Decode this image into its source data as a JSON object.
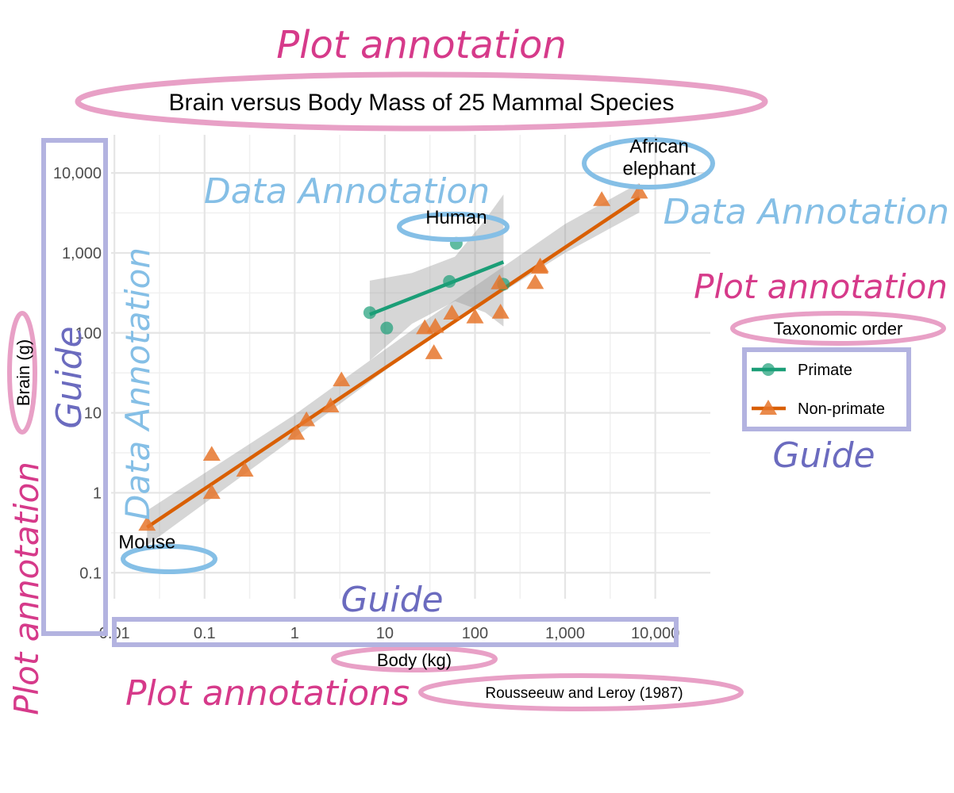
{
  "colors": {
    "primate": "#1b9e77",
    "non_primate": "#d95f02",
    "annotation_pink": "#d63a8a",
    "ellipse_pink": "#e8a0c6",
    "annotation_blue": "#85bfe6",
    "guide": "#6b6bbf",
    "guide_box": "#b3b3e0"
  },
  "chart_data": {
    "type": "scatter",
    "title": "Brain versus Body Mass of 25 Mammal Species",
    "xlabel": "Body (kg)",
    "ylabel": "Brain (g)",
    "x_scale": "log10",
    "y_scale": "log10",
    "xlim": [
      0.005,
      50000
    ],
    "ylim": [
      0.03,
      30000
    ],
    "x_ticks": [
      0.01,
      0.1,
      1,
      10,
      100,
      1000,
      10000
    ],
    "x_tick_labels": [
      "0.01",
      "0.1",
      "1",
      "10",
      "100",
      "1,000",
      "10,000"
    ],
    "y_ticks": [
      0.1,
      1,
      10,
      100,
      1000,
      10000
    ],
    "y_tick_labels": [
      "0.1",
      "1",
      "10",
      "100",
      "1,000",
      "10,000"
    ],
    "grid": true,
    "caption": "Rousseeuw and Leroy (1987)",
    "legend_title": "Taxonomic order",
    "legend_position": "right",
    "series": [
      {
        "name": "Primate",
        "marker": "circle",
        "points": [
          {
            "x": 6.8,
            "y": 179
          },
          {
            "x": 10.5,
            "y": 115
          },
          {
            "x": 52,
            "y": 440
          },
          {
            "x": 62,
            "y": 1320
          },
          {
            "x": 207,
            "y": 406
          }
        ],
        "fit": {
          "x0": 6.8,
          "x1": 207,
          "y0": 170,
          "y1": 770
        },
        "band": [
          {
            "x": 6.8,
            "lo": 45,
            "hi": 450
          },
          {
            "x": 20,
            "lo": 130,
            "hi": 560
          },
          {
            "x": 60,
            "lo": 250,
            "hi": 900
          },
          {
            "x": 130,
            "lo": 180,
            "hi": 2600
          },
          {
            "x": 207,
            "lo": 120,
            "hi": 5400
          }
        ]
      },
      {
        "name": "Non-primate",
        "marker": "triangle",
        "points": [
          {
            "x": 0.023,
            "y": 0.4
          },
          {
            "x": 0.12,
            "y": 1
          },
          {
            "x": 0.12,
            "y": 3
          },
          {
            "x": 0.28,
            "y": 1.9
          },
          {
            "x": 1.04,
            "y": 5.5
          },
          {
            "x": 1.35,
            "y": 8.1
          },
          {
            "x": 2.5,
            "y": 12.1
          },
          {
            "x": 3.3,
            "y": 25.6
          },
          {
            "x": 27.7,
            "y": 115
          },
          {
            "x": 35,
            "y": 56
          },
          {
            "x": 36.3,
            "y": 119.5
          },
          {
            "x": 55.5,
            "y": 175
          },
          {
            "x": 100,
            "y": 157
          },
          {
            "x": 187,
            "y": 419
          },
          {
            "x": 192,
            "y": 180
          },
          {
            "x": 465,
            "y": 423
          },
          {
            "x": 521,
            "y": 655
          },
          {
            "x": 529,
            "y": 680
          },
          {
            "x": 2547,
            "y": 4603
          },
          {
            "x": 6654,
            "y": 5712
          }
        ],
        "fit": {
          "x0": 0.023,
          "x1": 6654,
          "y0": 0.37,
          "y1": 4900
        },
        "band": [
          {
            "x": 0.023,
            "lo": 0.22,
            "hi": 0.6
          },
          {
            "x": 1,
            "lo": 4.9,
            "hi": 9.5
          },
          {
            "x": 30,
            "lo": 85,
            "hi": 150
          },
          {
            "x": 1000,
            "lo": 1000,
            "hi": 2300
          },
          {
            "x": 6654,
            "lo": 3200,
            "hi": 7500
          }
        ]
      }
    ],
    "point_labels": [
      {
        "text": "Mouse",
        "x": 0.023,
        "y": 0.4
      },
      {
        "text": "Human",
        "x": 62,
        "y": 1320
      },
      {
        "text": [
          "African",
          "elephant"
        ],
        "x": 6654,
        "y": 5712
      }
    ]
  },
  "annotations": {
    "plot_annotation_top": "Plot annotation",
    "plot_annotation_right": "Plot annotation",
    "plot_annotation_left": "Plot annotation",
    "plot_annotations_bottom": "Plot annotations",
    "data_annotation_top": "Data Annotation",
    "data_annotation_right": "Data Annotation",
    "data_annotation_left": "Data Annotation",
    "guide_left": "Guide",
    "guide_bottom": "Guide",
    "guide_right": "Guide"
  }
}
